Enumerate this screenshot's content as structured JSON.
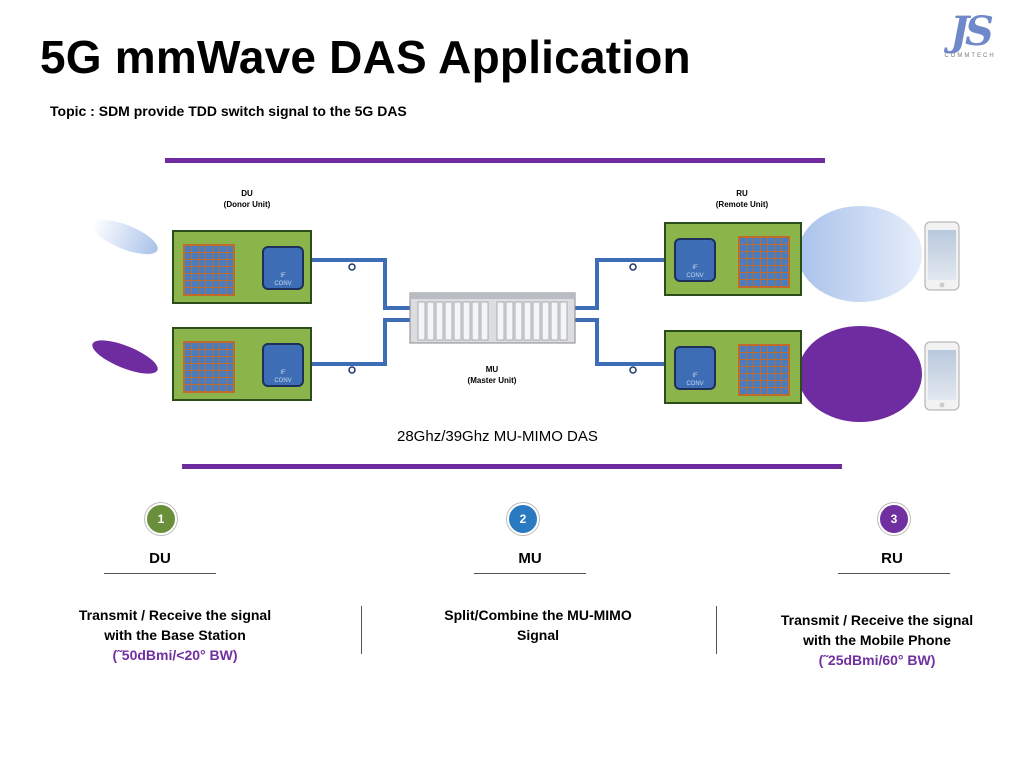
{
  "slide": {
    "title": "5G mmWave DAS Application",
    "subtitle": "Topic : SDM provide TDD switch signal to the 5G DAS"
  },
  "logo": {
    "mark": "JS",
    "caption": "COMMTECH"
  },
  "diagram": {
    "du": {
      "name": "DU",
      "full": "(Donor Unit)"
    },
    "ru": {
      "name": "RU",
      "full": "(Remote Unit)"
    },
    "mu": {
      "name": "MU",
      "full": "(Master Unit)"
    },
    "if_conv": {
      "line1": "IF",
      "line2": "CONV"
    },
    "caption": "28Ghz/39Ghz MU-MIMO DAS"
  },
  "steps": [
    {
      "num": "1",
      "name": "DU",
      "desc1": "Transmit / Receive the signal",
      "desc2": "with the Base Station",
      "spec": "(˜50dBmi/<20°  BW)",
      "color": "#6a8f3a"
    },
    {
      "num": "2",
      "name": "MU",
      "desc1": "Split/Combine the MU-MIMO",
      "desc2": "Signal",
      "spec": "",
      "color": "#2a7ac2"
    },
    {
      "num": "3",
      "name": "RU",
      "desc1": "Transmit / Receive the signal",
      "desc2": "with the Mobile Phone",
      "spec": "(˜25dBmi/60°  BW)",
      "color": "#7030a0"
    }
  ],
  "colors": {
    "accent_rule": "#6f2ca0",
    "board": "#8bb54a",
    "cable": "#3d6db4",
    "beam_light": "#a9c2ea",
    "beam_dark": "#6f2ca0"
  }
}
